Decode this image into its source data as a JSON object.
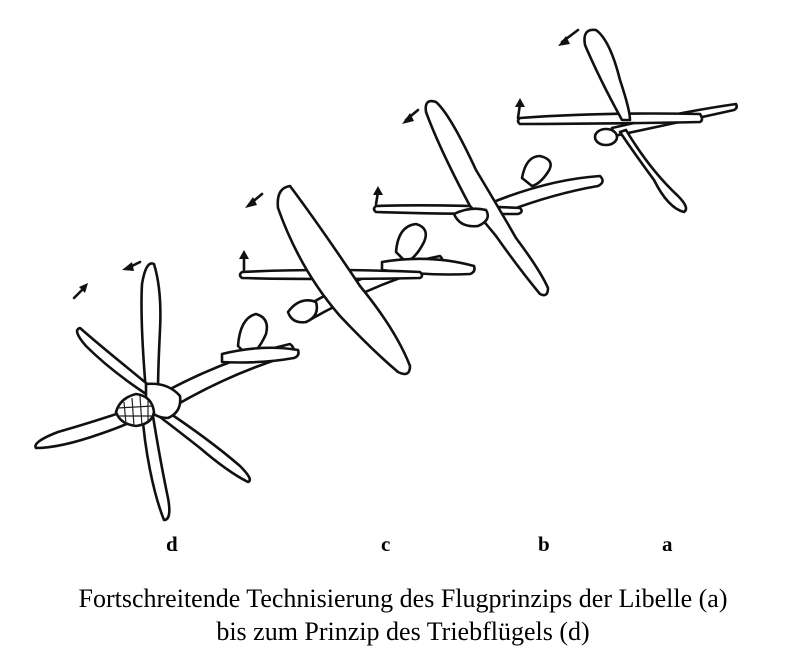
{
  "labels": {
    "a": "a",
    "b": "b",
    "c": "c",
    "d": "d"
  },
  "caption": {
    "line1": "Fortschreitende Technisierung des Flugprinzips der Libelle (a)",
    "line2": "bis zum Prinzip des Triebflügels (d)"
  }
}
